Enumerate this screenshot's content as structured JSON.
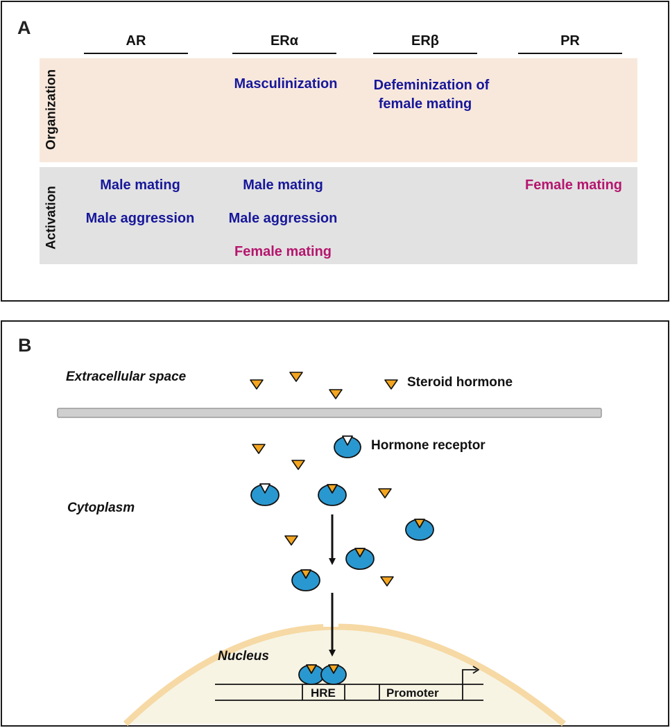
{
  "panel_a": {
    "letter": "A",
    "columns": [
      "AR",
      "ERα",
      "ERβ",
      "PR"
    ],
    "rows": {
      "organization": {
        "label": "Organization",
        "cells": {
          "era": "Masculinization",
          "erb_line1": "Defeminization of",
          "erb_line2": "female mating"
        }
      },
      "activation": {
        "label": "Activation",
        "cells": {
          "ar_1": "Male mating",
          "ar_2": "Male aggression",
          "era_1": "Male mating",
          "era_2": "Male aggression",
          "era_3": "Female mating",
          "pr_1": "Female mating"
        }
      }
    }
  },
  "panel_b": {
    "letter": "B",
    "labels": {
      "extracellular": "Extracellular space",
      "steroid": "Steroid hormone",
      "receptor": "Hormone receptor",
      "cytoplasm": "Cytoplasm",
      "nucleus": "Nucleus",
      "hre": "HRE",
      "promoter": "Promoter"
    }
  },
  "colors": {
    "male_text": "#17179a",
    "female_text": "#b5166e",
    "organization_band": "#f8e8dc",
    "activation_band": "#e2e2e2",
    "receptor_fill": "#2a98d0",
    "hormone_fill": "#f4a620",
    "nucleus_fill": "#f7f4e4",
    "nucleus_rim": "#f6d9a4",
    "membrane_fill": "#cfcfcf"
  }
}
